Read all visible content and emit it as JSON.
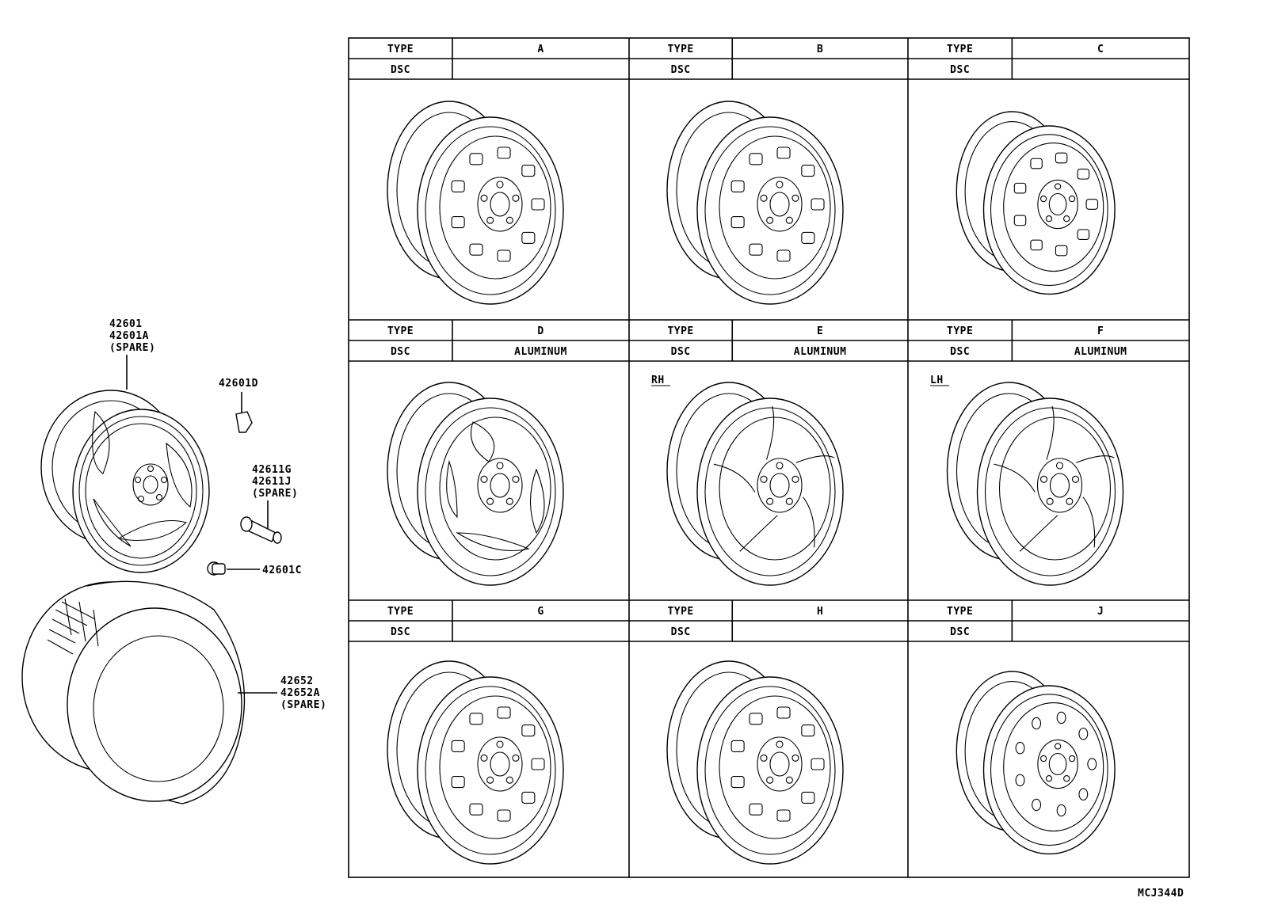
{
  "left_parts": {
    "wheel_part_numbers": [
      "42601",
      "42601A",
      "(SPARE)"
    ],
    "weight_part_number": "42601D",
    "valve_part_numbers": [
      "42611G",
      "42611J",
      "(SPARE)"
    ],
    "cap_part_number": "42601C",
    "tire_part_numbers": [
      "42652",
      "42652A",
      "(SPARE)"
    ]
  },
  "type_table": {
    "type_label": "TYPE",
    "dsc_label": "DSC",
    "cells": [
      {
        "type": "A",
        "dsc": "",
        "side": ""
      },
      {
        "type": "B",
        "dsc": "",
        "side": ""
      },
      {
        "type": "C",
        "dsc": "",
        "side": ""
      },
      {
        "type": "D",
        "dsc": "ALUMINUM",
        "side": ""
      },
      {
        "type": "E",
        "dsc": "ALUMINUM",
        "side": "RH"
      },
      {
        "type": "F",
        "dsc": "ALUMINUM",
        "side": "LH"
      },
      {
        "type": "G",
        "dsc": "",
        "side": ""
      },
      {
        "type": "H",
        "dsc": "",
        "side": ""
      },
      {
        "type": "J",
        "dsc": "",
        "side": ""
      }
    ]
  },
  "figure_code": "MCJ344D"
}
